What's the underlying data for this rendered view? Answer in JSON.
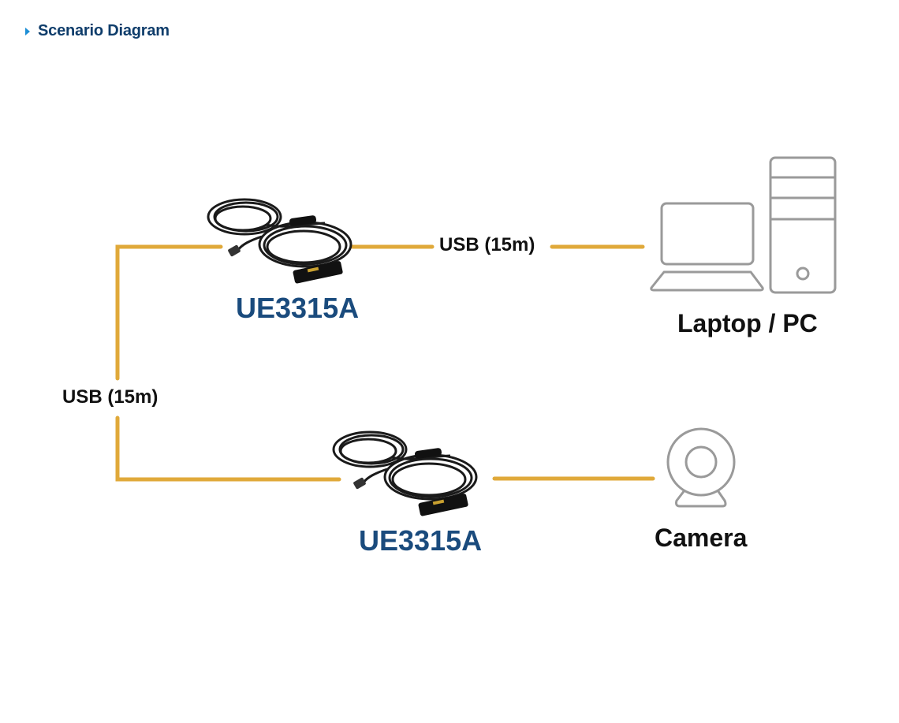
{
  "header": {
    "title": "Scenario Diagram",
    "bullet_icon": "triangle-right-icon"
  },
  "colors": {
    "cable_line": "#e0a93a",
    "title": "#0f3d6b",
    "model": "#1a4b7d",
    "outline": "#9a9a9a",
    "bullet": "#1e8fd6"
  },
  "links": [
    {
      "label": "USB (15m)"
    },
    {
      "label": "USB (15m)"
    }
  ],
  "extenders": [
    {
      "model": "UE3315A",
      "image": "usb-extender-cable-icon"
    },
    {
      "model": "UE3315A",
      "image": "usb-extender-cable-icon"
    }
  ],
  "devices": [
    {
      "label": "Laptop / PC",
      "icon": "laptop-pc-icon"
    },
    {
      "label": "Camera",
      "icon": "webcam-icon"
    }
  ]
}
